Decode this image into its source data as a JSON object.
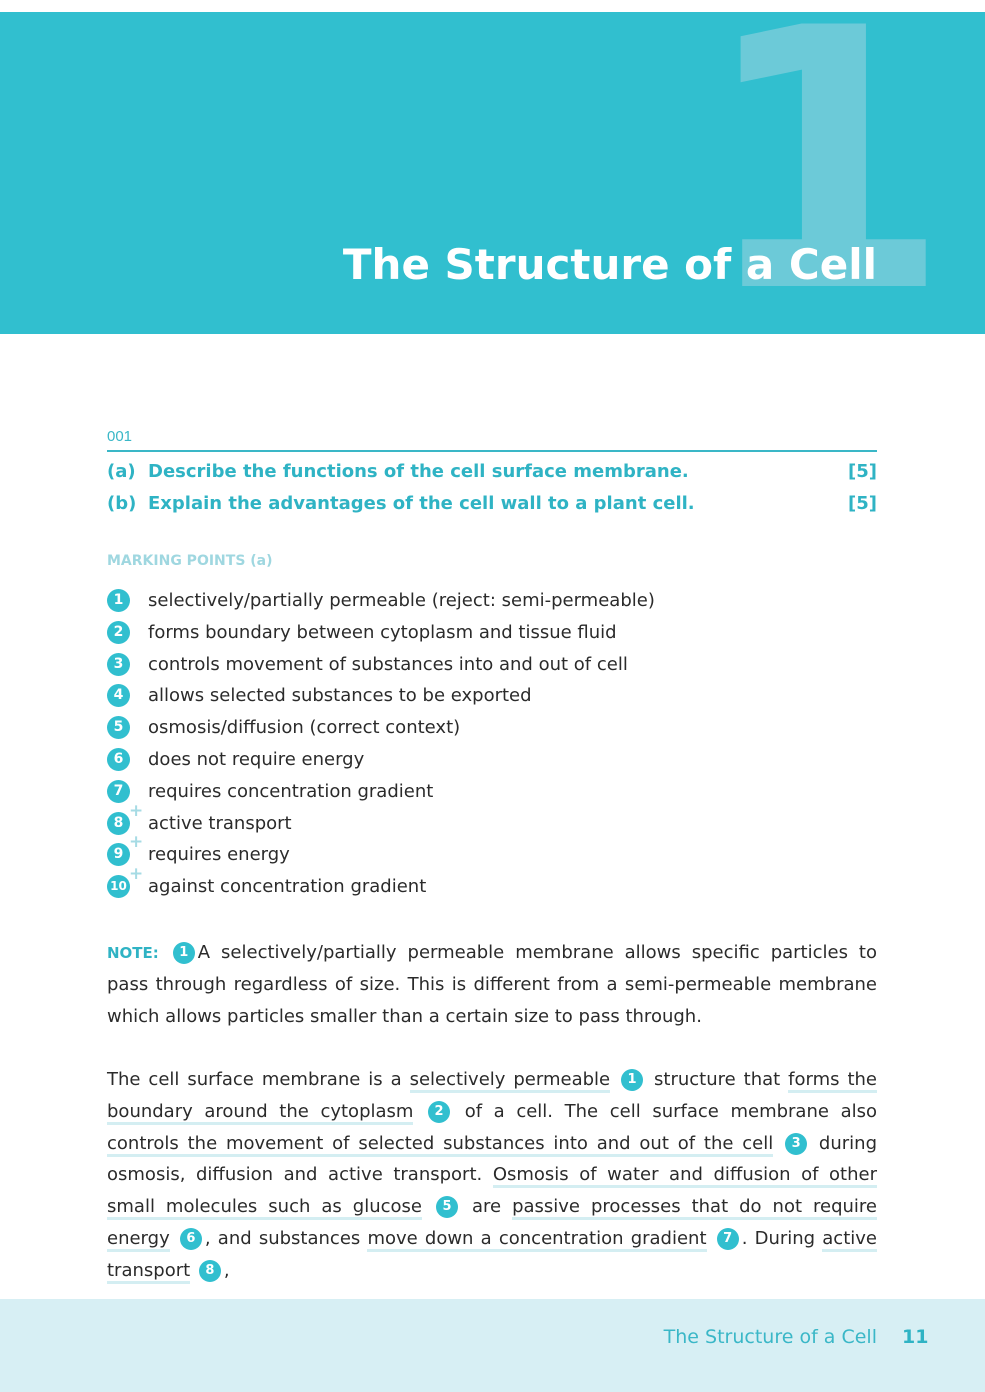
{
  "header": {
    "chapter_number": "1",
    "title": "The Structure of a Cell"
  },
  "question": {
    "number": "001",
    "parts": [
      {
        "label": "(a)",
        "text": "Describe the functions of the cell surface membrane.",
        "marks": "[5]"
      },
      {
        "label": "(b)",
        "text": "Explain the advantages of the cell wall to a plant cell.",
        "marks": "[5]"
      }
    ]
  },
  "marking_points": {
    "heading": "MARKING POINTS (a)",
    "items": [
      {
        "num": "1",
        "text": "selectively/partially permeable (reject: semi-permeable)",
        "plus": ""
      },
      {
        "num": "2",
        "text": "forms boundary between cytoplasm and tissue fluid",
        "plus": ""
      },
      {
        "num": "3",
        "text": "controls movement of substances into and out of cell",
        "plus": ""
      },
      {
        "num": "4",
        "text": "allows selected substances to be exported",
        "plus": ""
      },
      {
        "num": "5",
        "text": "osmosis/diffusion (correct context)",
        "plus": ""
      },
      {
        "num": "6",
        "text": "does not require energy",
        "plus": ""
      },
      {
        "num": "7",
        "text": "requires concentration gradient",
        "plus": ""
      },
      {
        "num": "8",
        "text": "active transport",
        "plus": "+"
      },
      {
        "num": "9",
        "text": "requires energy",
        "plus": "+"
      },
      {
        "num": "10",
        "text": "against concentration gradient",
        "plus": "+"
      }
    ]
  },
  "note": {
    "label": "NOTE:",
    "badge": "1",
    "text": "A selectively/partially permeable membrane allows specific particles to pass through regardless of size. This is different from a semi-permeable membrane which allows particles smaller than a certain size to pass through."
  },
  "answer": {
    "t1": "The cell surface membrane is a ",
    "h1": "selectively permeable",
    "b1": "1",
    "t2": " structure that ",
    "h2": "forms the boundary around the cytoplasm",
    "b2": "2",
    "t3": " of a cell. The cell surface membrane also ",
    "h3": "controls the movement of selected substances into and out of the cell",
    "b3": "3",
    "t4": " during osmosis, diffusion and active transport. ",
    "h5": "Osmosis of water and diffusion of other small molecules such as glucose",
    "b5": "5",
    "t5": " are ",
    "h6": "passive processes that do not require energy",
    "b6": "6",
    "t6": ", and substances ",
    "h7": "move down a concentration gradient",
    "b7": "7",
    "t7": ". During ",
    "h8": "active transport",
    "b8": "8",
    "t8": ","
  },
  "footer": {
    "title": "The Structure of a Cell",
    "page": "11"
  },
  "colors": {
    "accent": "#31bfcf",
    "accent_light": "#6ccad8",
    "footer_bg": "#d7eff4",
    "highlight": "#d4eef2"
  }
}
